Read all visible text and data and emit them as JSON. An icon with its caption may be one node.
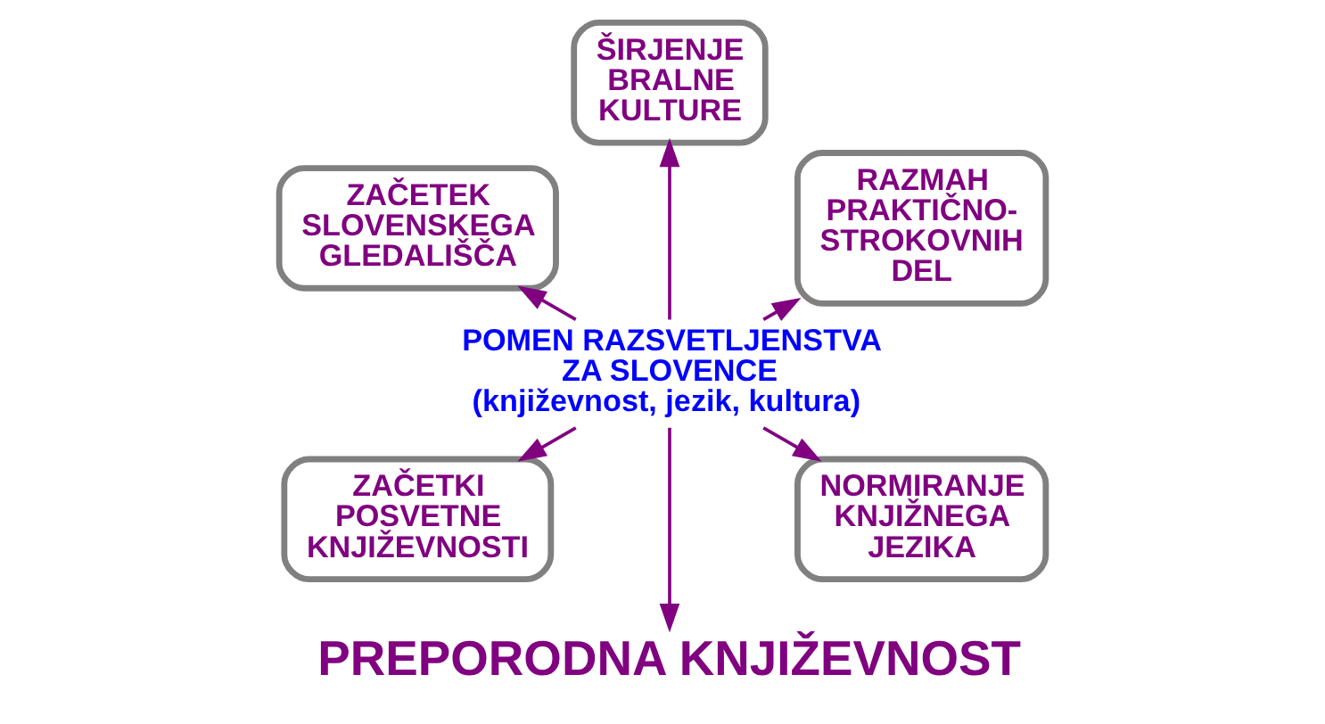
{
  "diagram": {
    "nodes": [
      {
        "text": [
          "ZAČETEK SLOVENSKEGA GLEDALIŠČA"
        ]
      },
      {
        "text": [
          "ŠIRJENJE BRALNE KULTURE"
        ]
      },
      {
        "text": [
          "RAZMAH PRAKTIČNO- STROKOVNIH DEL"
        ]
      },
      {
        "text": [
          "POMEN RAZSVETLJENSTVA ZA SLOVENCE",
          "(književnost, jezik, kultura)"
        ]
      },
      {
        "text": [
          "ZAČETKI POSVETNE KNJIŽEVNOSTI"
        ]
      },
      {
        "text": [
          "NORMIRANJE KNJIŽNEGA JEZIKA"
        ]
      },
      {
        "text": [
          "PREPORODNA KNJIŽEVNOST"
        ]
      }
    ],
    "edges": [
      {
        "from": 3,
        "to": 0,
        "arrow": "to"
      },
      {
        "from": 3,
        "to": 1,
        "arrow": "to"
      },
      {
        "from": 3,
        "to": 2,
        "arrow": "to"
      },
      {
        "from": 3,
        "to": 4,
        "arrow": "to"
      },
      {
        "from": 3,
        "to": 5,
        "arrow": "to"
      },
      {
        "from": 3,
        "to": 6,
        "arrow": "to"
      }
    ]
  }
}
